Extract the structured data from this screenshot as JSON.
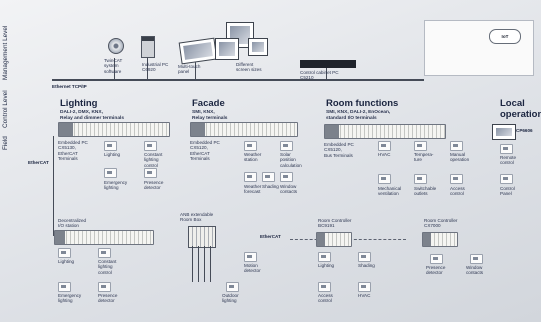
{
  "levels": {
    "management": "Management Level",
    "control": "Control Level",
    "field": "Field"
  },
  "top": {
    "ethernet": "Ethernet TCP/IP",
    "twincat_software": "TwinCAT\nsystem\nsoftware",
    "industrial_pc": "Industrial PC\nC6920",
    "multitouch_panel": "Multi-touch\npanel",
    "screen_sizes": "Different\nscreen sizes",
    "cabinet_pc": "Control cabinet PC\nC5210",
    "black_label": ""
  },
  "management_box": {
    "protocols_top": "",
    "protocols_bottom": "",
    "pill_label": "IoT"
  },
  "sections": {
    "lighting": {
      "title": "Lighting",
      "subtitle": "DALI-2, DMX, KNX,\nRelay and dimmer terminals",
      "controller": "Embedded PC\nCX5130,\nEtherCAT\nTerminals",
      "items": [
        "Lighting",
        "Constant\nlighting\ncontrol",
        "Emergency\nlighting",
        "Presence\ndetector"
      ]
    },
    "facade": {
      "title": "Facade",
      "subtitle": "SMI, KNX,\nRelay terminals",
      "controller": "Embedded PC\nCX5120,\nEtherCAT\nTerminals",
      "items": [
        "Weather\nstation",
        "Solar\nposition\ncalculation",
        "Weather\nforecast",
        "Shading",
        "Window\ncontacts"
      ]
    },
    "room": {
      "title": "Room functions",
      "subtitle": "SMI, KNX, DALI-2, EnOcean,\nstandard I/O terminals",
      "controller": "Embedded PC\nCX5120,\nBus Terminals",
      "items": [
        "HVAC",
        "Tempera-\nture",
        "Manual\noperation",
        "Mechanical\nventilation",
        "Switchable\noutlets",
        "Access\ncontrol"
      ]
    },
    "local": {
      "title": "Local\noperation",
      "items": [
        "CP6606",
        "Remote\ncontrol",
        "Control\nPanel"
      ]
    }
  },
  "bottom": {
    "ethercat_left": "EtherCAT",
    "ethercat_mid": "EtherCAT",
    "io_station": "Decentralized\nI/O station",
    "io_items": [
      "Lighting",
      "Constant\nlighting\ncontrol",
      "Emergency\nlighting",
      "Presence\ndetector"
    ],
    "roombox": "ANB extendable\nRoom Box",
    "roombox_items": [
      "Motion\ndetector",
      "Outdoor\nlighting"
    ],
    "rc1": "Room Controller\nBC9191",
    "rc1_items": [
      "Lighting",
      "Shading",
      "Access\ncontrol",
      "HVAC"
    ],
    "rc2": "Room Controller\nCX7000",
    "rc2_items": [
      "Presence\ndetector",
      "Window\ncontacts"
    ]
  }
}
